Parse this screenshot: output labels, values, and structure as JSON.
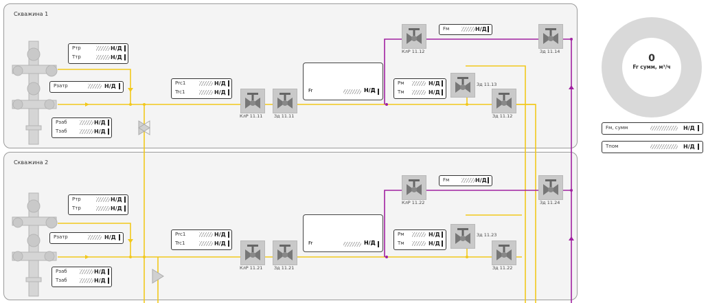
{
  "well1": {
    "title": "Скважина 1",
    "ptr": "Pтр",
    "ttr": "Tтр",
    "ptr_val": "Н/Д",
    "ttr_val": "Н/Д",
    "pzatr": "Pзатр",
    "pzatr_val": "Н/Д",
    "pzab": "Pзаб",
    "tzab": "Tзаб",
    "pzab_val": "Н/Д",
    "tzab_val": "Н/Д",
    "prs": "Prс1",
    "trs": "Trс1",
    "prs_val": "Н/Д",
    "trs_val": "Н/Д",
    "fr": "Fr",
    "fr_val": "Н/Д",
    "pm": "Pм",
    "tm": "Tм",
    "pm_val": "Н/Д",
    "tm_val": "Н/Д",
    "fm": "Fм",
    "fm_val": "Н/Д",
    "valves": {
      "krp_a": "КлР 11.11",
      "zd_a": "Зд 11.11",
      "krp_b": "КлР 11.12",
      "zd_b": "Зд 11.14",
      "zd_c": "Зд 11.13",
      "zd_d": "Зд 11.12"
    }
  },
  "well2": {
    "title": "Скважина 2",
    "ptr": "Pтр",
    "ttr": "Tтр",
    "ptr_val": "Н/Д",
    "ttr_val": "Н/Д",
    "pzatr": "Pзатр",
    "pzatr_val": "Н/Д",
    "pzab": "Pзаб",
    "tzab": "Tзаб",
    "pzab_val": "Н/Д",
    "tzab_val": "Н/Д",
    "prs": "Prс1",
    "trs": "Trс1",
    "prs_val": "Н/Д",
    "trs_val": "Н/Д",
    "fr": "Fr",
    "fr_val": "Н/Д",
    "pm": "Pм",
    "tm": "Tм",
    "pm_val": "Н/Д",
    "tm_val": "Н/Д",
    "fm": "Fм",
    "fm_val": "Н/Д",
    "valves": {
      "krp_a": "КлР 11.21",
      "zd_a": "Зд 11.21",
      "krp_b": "КлР 11.22",
      "zd_b": "Зд 11.24",
      "zd_c": "Зд 11.23",
      "zd_d": "Зд 11.22"
    }
  },
  "summary": {
    "gauge_value": "0",
    "gauge_label": "Fr сумм, м³/ч",
    "fm_sum_label": "Fм, сумм",
    "fm_sum_val": "Н/Д",
    "tpom_label": "Tпом",
    "tpom_val": "Н/Д"
  },
  "colors": {
    "gas": "#f2c81b",
    "methanol": "#a020a0",
    "panel": "#f4f4f4",
    "valve": "#c9c9c9"
  }
}
